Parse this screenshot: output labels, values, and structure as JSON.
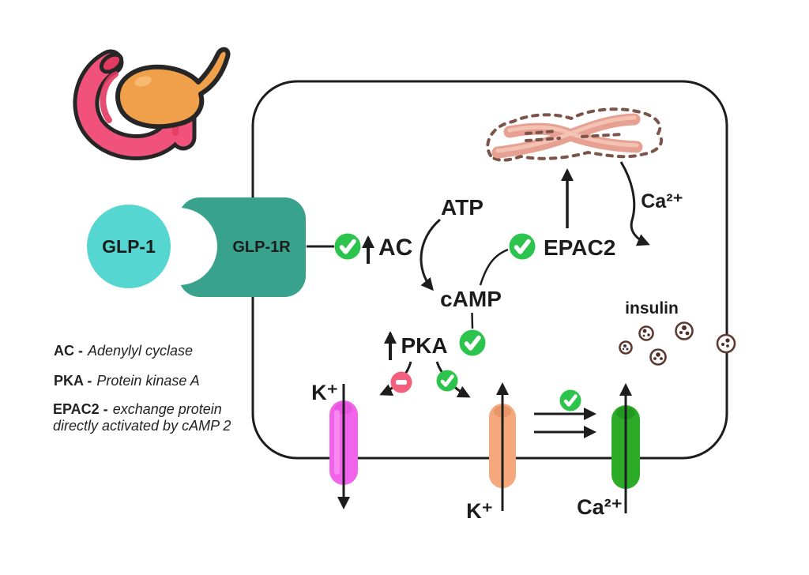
{
  "diagram": {
    "labels": {
      "ligand": "GLP-1",
      "receptor": "GLP-1R",
      "ac": "AC",
      "atp": "ATP",
      "camp": "cAMP",
      "epac2": "EPAC2",
      "pka": "PKA",
      "insulin": "insulin",
      "k_atp_channel": "K⁺",
      "k_channel": "K⁺",
      "ca_from_er": "Ca²⁺",
      "ca_channel": "Ca²⁺"
    },
    "legend": [
      {
        "term": "AC -",
        "definition": "Adenylyl cyclase"
      },
      {
        "term": "PKA -",
        "definition": "Protein kinase A"
      },
      {
        "term": "EPAC2 -",
        "definition": "exchange protein",
        "definition_line2": "directly activated by cAMP 2"
      }
    ],
    "icons": {
      "activation_check": "✓",
      "inhibition_minus": "−"
    },
    "colors": {
      "membrane": "#1d1d1d",
      "ligand_circle": "#55d6d0",
      "receptor_block": "#38a28c",
      "activation_green": "#2dc44d",
      "inhibition_pink": "#f2607d",
      "katp_channel_magenta": "#f163ea",
      "k_channel_orange": "#f5a87c",
      "ca_channel_green": "#2bab27",
      "er_salmon": "#e7a192",
      "er_dots_brown": "#7c544a",
      "vesicle_brown": "#5c3a31",
      "pancreas_orange": "#f0a04b",
      "duodenum_pink": "#f0527b"
    }
  }
}
